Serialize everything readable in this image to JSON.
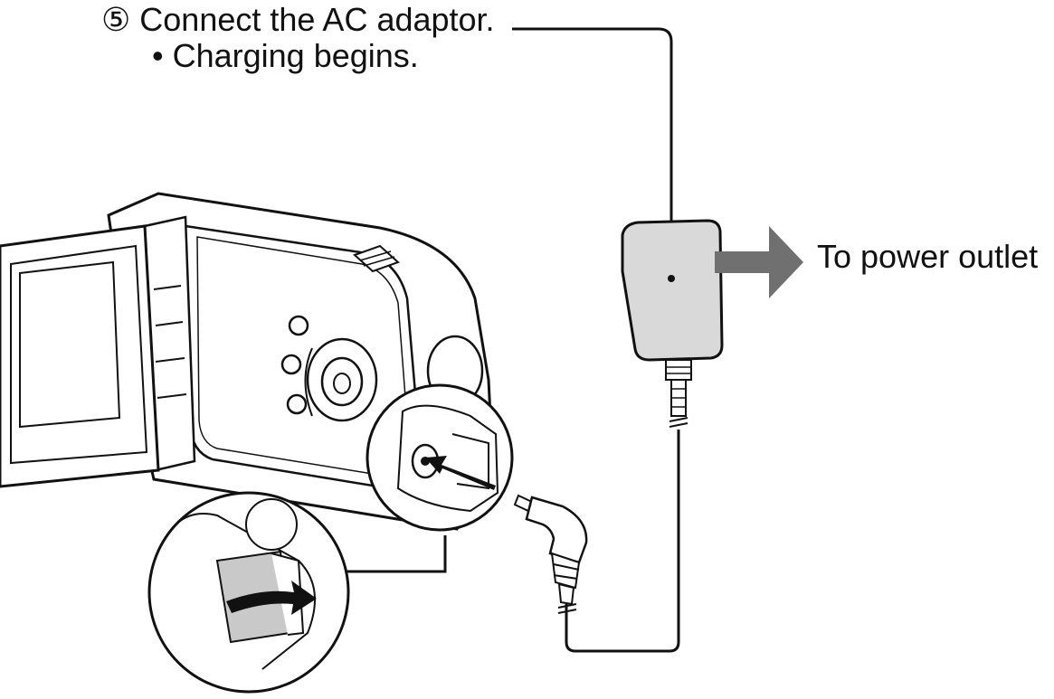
{
  "instruction": {
    "step_number": "⑤",
    "text": "Connect the AC adaptor.",
    "note": "• Charging begins."
  },
  "labels": {
    "power_outlet": "To power outlet"
  },
  "colors": {
    "line": "#111111",
    "adaptor_fill": "#d9d9d9",
    "arrow_fill": "#707070",
    "camera_fill": "#ffffff",
    "shade": "#c9c9c9"
  }
}
